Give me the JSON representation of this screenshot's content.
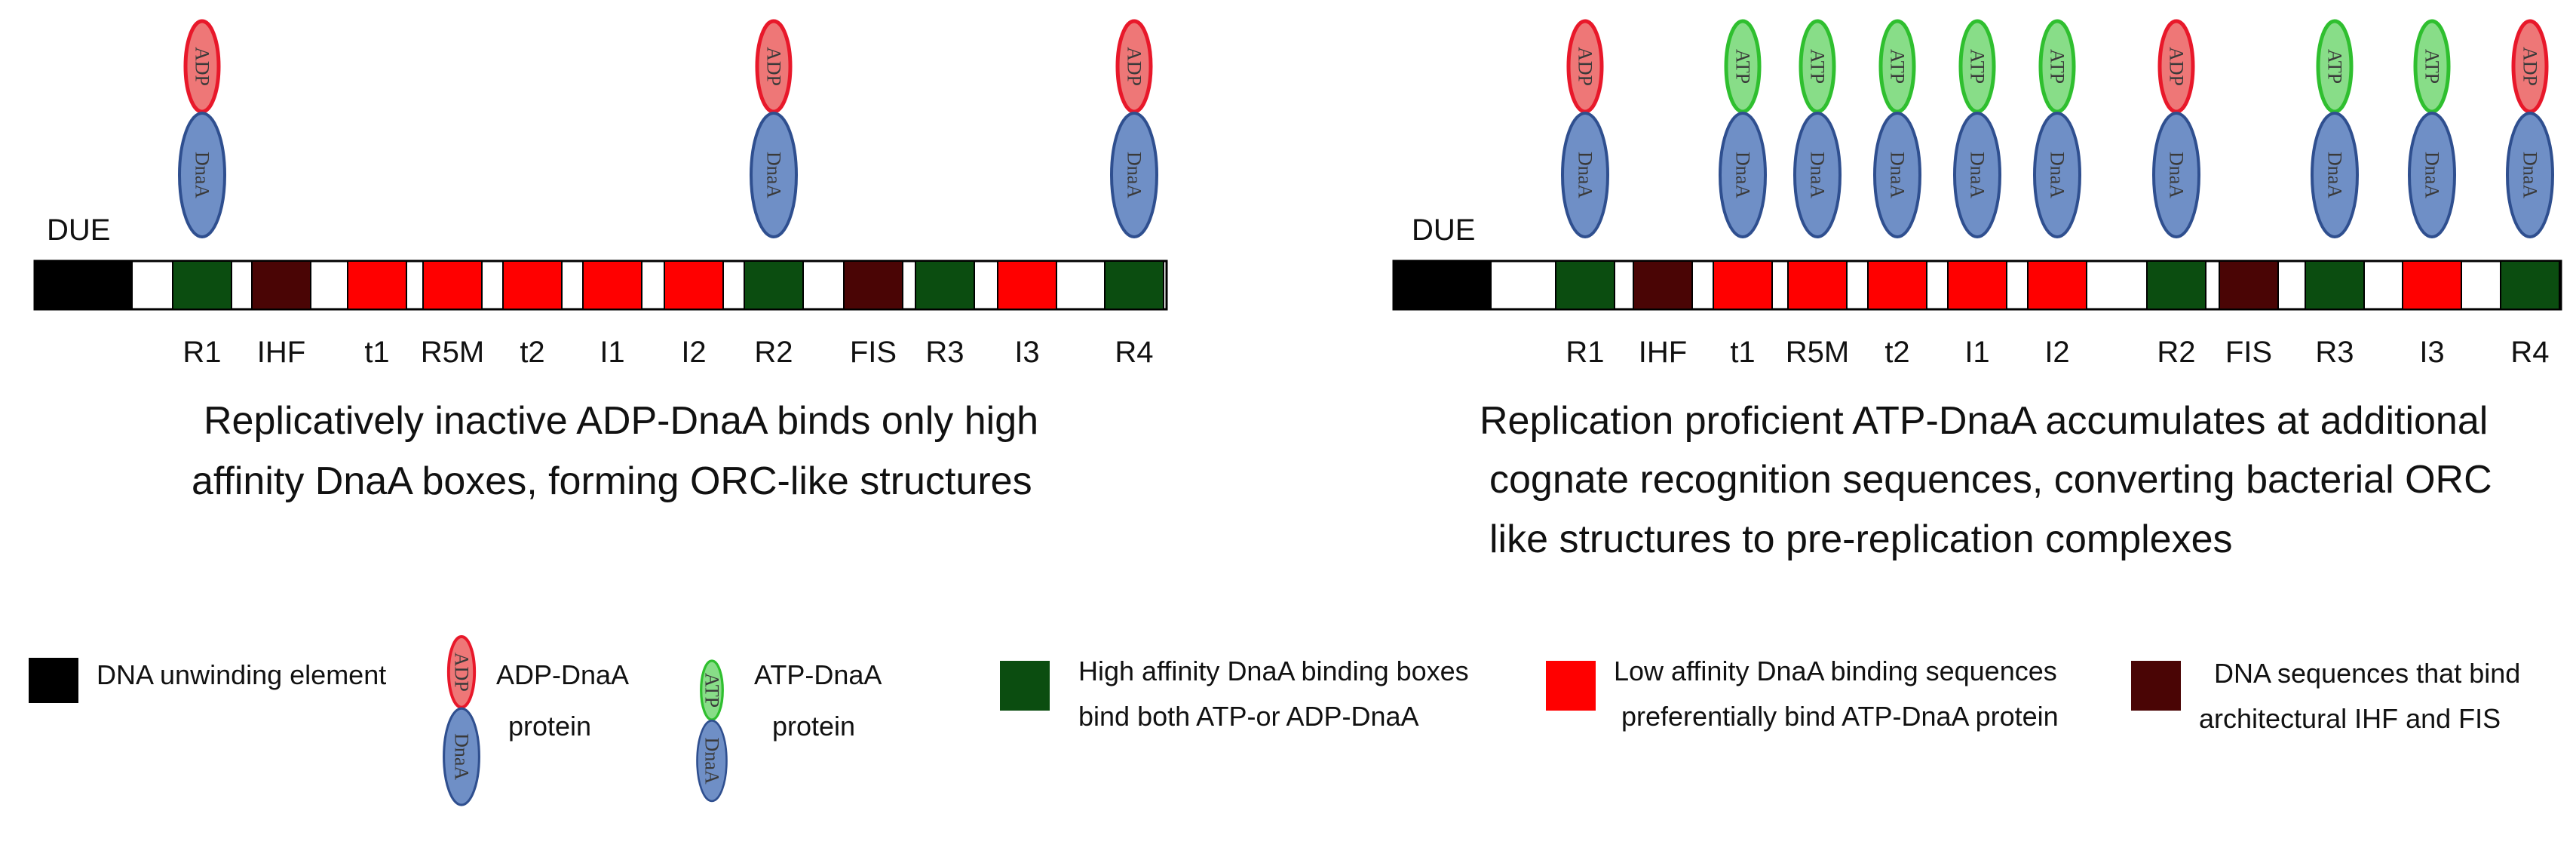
{
  "colors": {
    "due": "#000000",
    "high": "#0b4d10",
    "low": "#ff0000",
    "arch": "#4a0505",
    "adp_fill": "#ee7777",
    "adp_stroke": "#e8182a",
    "atp_fill": "#88dd88",
    "atp_stroke": "#2fbf2f",
    "dnaa_fill": "#6f8fc6",
    "dnaa_stroke": "#2f4f8f",
    "oval_text": "#3a3a3a"
  },
  "left_panel": {
    "due_label": "DUE",
    "labels": [
      "R1",
      "IHF",
      "t1",
      "R5M",
      "t2",
      "I1",
      "I2",
      "R2",
      "FIS",
      "R3",
      "I3",
      "R4"
    ],
    "caption": [
      "Replicatively inactive ADP-DnaA binds only high",
      "affinity DnaA boxes, forming ORC-like structures"
    ],
    "bound": [
      {
        "site": "R1",
        "nucleotide": "ADP"
      },
      {
        "site": "R2",
        "nucleotide": "ADP"
      },
      {
        "site": "R4",
        "nucleotide": "ADP"
      }
    ]
  },
  "right_panel": {
    "due_label": "DUE",
    "labels": [
      "R1",
      "IHF",
      "t1",
      "R5M",
      "t2",
      "I1",
      "I2",
      "R2",
      "FIS",
      "R3",
      "I3",
      "R4"
    ],
    "caption": [
      "Replication proficient ATP-DnaA accumulates at additional",
      "cognate recognition sequences, converting bacterial ORC",
      "like structures to pre-replication complexes"
    ],
    "bound": [
      {
        "site": "R1",
        "nucleotide": "ADP"
      },
      {
        "site": "t1",
        "nucleotide": "ATP"
      },
      {
        "site": "R5M",
        "nucleotide": "ATP"
      },
      {
        "site": "t2",
        "nucleotide": "ATP"
      },
      {
        "site": "I1",
        "nucleotide": "ATP"
      },
      {
        "site": "I2",
        "nucleotide": "ATP"
      },
      {
        "site": "R2",
        "nucleotide": "ADP"
      },
      {
        "site": "R3",
        "nucleotide": "ATP"
      },
      {
        "site": "I3",
        "nucleotide": "ATP"
      },
      {
        "site": "R4",
        "nucleotide": "ADP"
      }
    ]
  },
  "protein_text": {
    "adp": "ADP",
    "atp": "ATP",
    "dnaa": "DnaA"
  },
  "legend": {
    "due": "DNA unwinding element",
    "adp": [
      "ADP-DnaA",
      "protein"
    ],
    "atp": [
      "ATP-DnaA",
      "protein"
    ],
    "high": [
      "High affinity DnaA binding boxes",
      "bind both ATP-or ADP-DnaA"
    ],
    "low": [
      "Low affinity DnaA binding sequences",
      "preferentially bind ATP-DnaA protein"
    ],
    "arch": [
      "DNA sequences that bind",
      "architectural IHF and FIS"
    ]
  }
}
